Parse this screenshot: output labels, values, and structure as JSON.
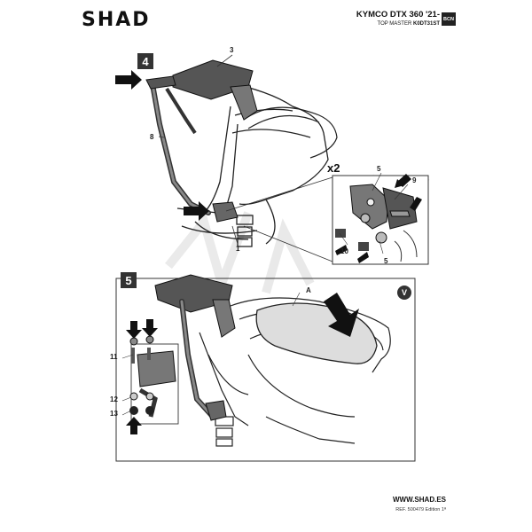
{
  "header": {
    "brand": "SHAD",
    "model": "KYMCO DTX 360 '21-",
    "product_prefix": "TOP MASTER",
    "product_code": "K0DT31ST",
    "badge": "BCN"
  },
  "steps": {
    "step4": "4",
    "step5": "5"
  },
  "multiplier": "x2",
  "callouts": {
    "c1": "1",
    "c3": "3",
    "c8": "8",
    "c5a": "5",
    "c9": "9",
    "c10": "10",
    "c5b": "5",
    "cA": "A",
    "c11": "11",
    "c12": "12",
    "c13": "13"
  },
  "check_mark": "V",
  "footer": {
    "website": "WWW.SHAD.ES",
    "reference": "REF. 500479 Edition 1ª"
  }
}
